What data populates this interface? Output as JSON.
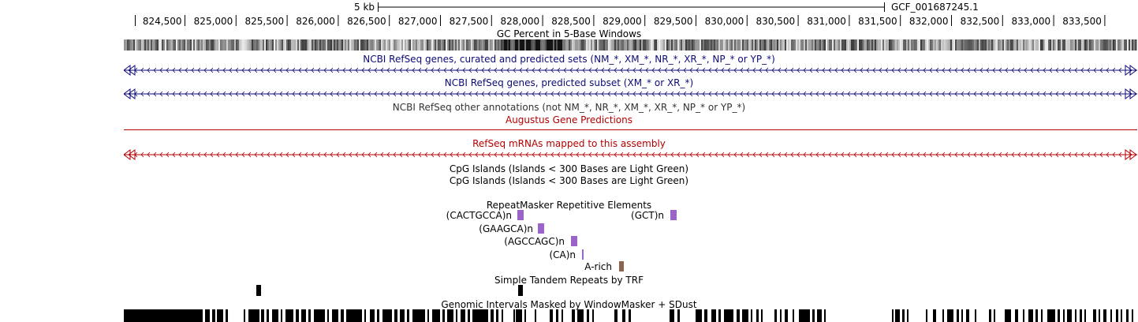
{
  "ruler": {
    "scale_label": "5 kb",
    "assembly_label": "GCF_001687245.1",
    "ticks": [
      "824,500",
      "825,000",
      "825,500",
      "826,000",
      "826,500",
      "827,000",
      "827,500",
      "828,000",
      "828,500",
      "829,000",
      "829,500",
      "830,000",
      "830,500",
      "831,000",
      "831,500",
      "832,000",
      "832,500",
      "833,000",
      "833,500"
    ]
  },
  "tracks": {
    "gc": {
      "label": "GC Percent in 5-Base Windows"
    },
    "refseq_curated": {
      "label": "NCBI RefSeq genes, curated and predicted sets (NM_*, XM_*, NR_*, XR_*, NP_* or YP_*)",
      "color": "#0c0c78"
    },
    "refseq_predicted": {
      "label": "NCBI RefSeq genes, predicted subset (XM_* or XR_*)",
      "color": "#0c0c78"
    },
    "refseq_other": {
      "label": "NCBI RefSeq other annotations (not NM_*, NR_*, XM_*, XR_*, NP_* or YP_*)"
    },
    "augustus": {
      "label": "Augustus Gene Predictions",
      "color": "#b40000"
    },
    "refseq_mrna": {
      "label": "RefSeq mRNAs mapped to this assembly",
      "color": "#b40000"
    },
    "cpg1": {
      "label": "CpG Islands (Islands < 300 Bases are Light Green)"
    },
    "cpg2": {
      "label": "CpG Islands (Islands < 300 Bases are Light Green)"
    },
    "repeatmasker": {
      "label": "RepeatMasker Repetitive Elements",
      "items": [
        {
          "name": "(CACTGCCA)n",
          "color": "#9a64c8"
        },
        {
          "name": "(GCT)n",
          "color": "#9a64c8"
        },
        {
          "name": "(GAAGCA)n",
          "color": "#9a64c8"
        },
        {
          "name": "(AGCCAGC)n",
          "color": "#9a64c8"
        },
        {
          "name": "(CA)n",
          "color": "#9a64c8"
        },
        {
          "name": "A-rich",
          "color": "#8c6450"
        }
      ]
    },
    "trf": {
      "label": "Simple Tandem Repeats by TRF"
    },
    "windowmasker": {
      "label": "Genomic Intervals Masked by WindowMasker + SDust"
    }
  }
}
